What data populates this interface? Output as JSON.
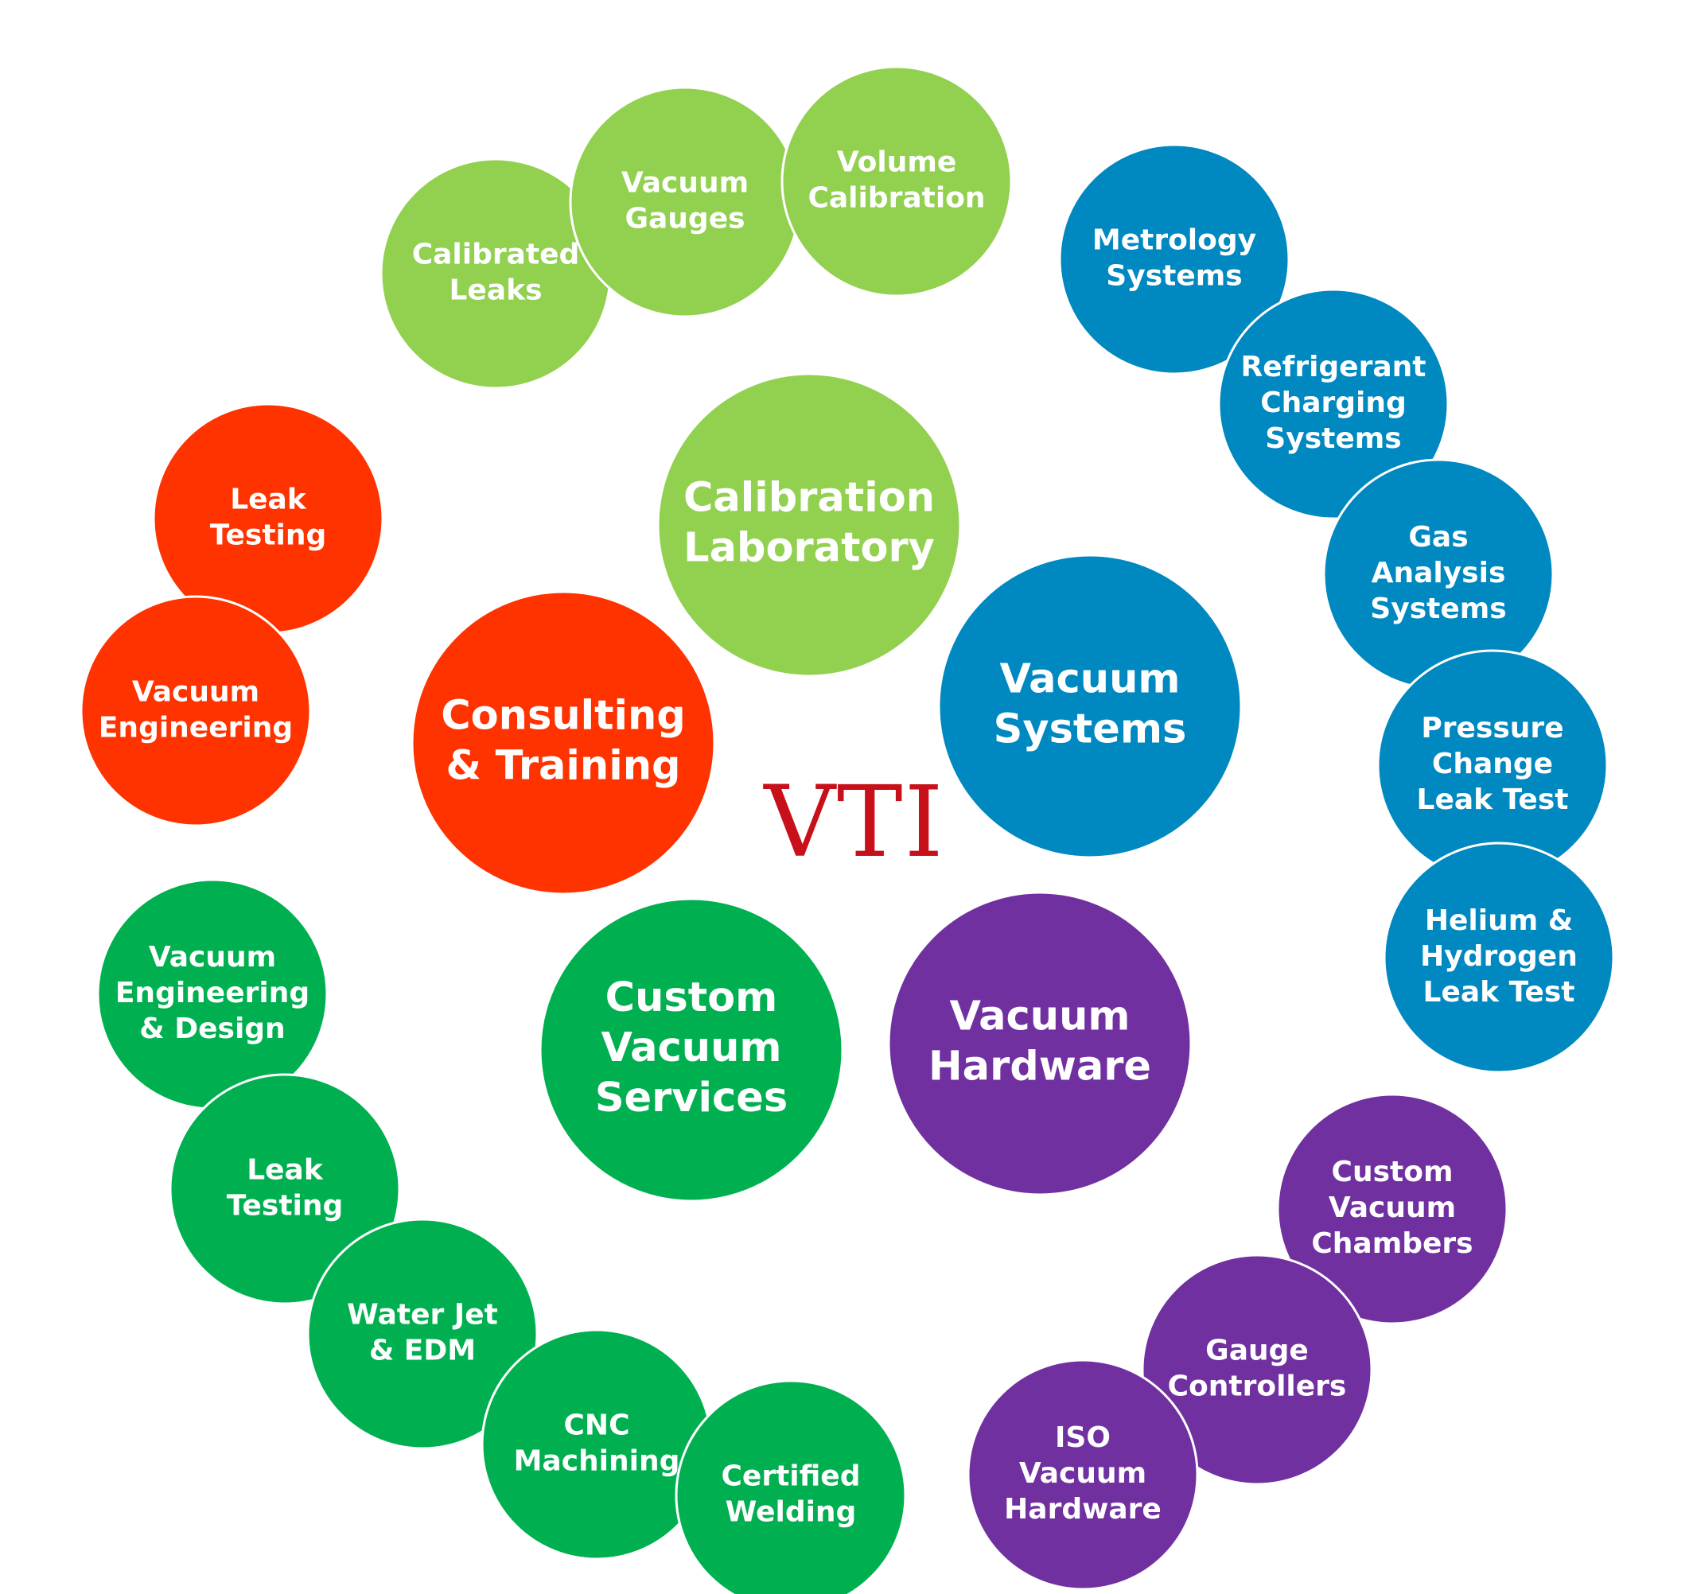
{
  "center_logo": "VTI",
  "colors": {
    "calibration": "#92d050",
    "systems": "#0088c0",
    "consulting": "#ff3300",
    "services": "#00b050",
    "hardware": "#7030a0",
    "logo": "#c8101a"
  },
  "categories": [
    {
      "id": "calibration",
      "label": [
        "Calibration",
        "Laboratory"
      ],
      "items": [
        {
          "label": [
            "Calibrated",
            "Leaks"
          ]
        },
        {
          "label": [
            "Vacuum",
            "Gauges"
          ]
        },
        {
          "label": [
            "Volume",
            "Calibration"
          ]
        }
      ]
    },
    {
      "id": "systems",
      "label": [
        "Vacuum",
        "Systems"
      ],
      "items": [
        {
          "label": [
            "Metrology",
            "Systems"
          ]
        },
        {
          "label": [
            "Refrigerant",
            "Charging",
            "Systems"
          ]
        },
        {
          "label": [
            "Gas",
            "Analysis",
            "Systems"
          ]
        },
        {
          "label": [
            "Pressure",
            "Change",
            "Leak Test"
          ]
        },
        {
          "label": [
            "Helium &",
            "Hydrogen",
            "Leak Test"
          ]
        }
      ]
    },
    {
      "id": "consulting",
      "label": [
        "Consulting",
        "& Training"
      ],
      "items": [
        {
          "label": [
            "Leak",
            "Testing"
          ]
        },
        {
          "label": [
            "Vacuum",
            "Engineering"
          ]
        }
      ]
    },
    {
      "id": "services",
      "label": [
        "Custom",
        "Vacuum",
        "Services"
      ],
      "items": [
        {
          "label": [
            "Vacuum",
            "Engineering",
            "& Design"
          ]
        },
        {
          "label": [
            "Leak",
            "Testing"
          ]
        },
        {
          "label": [
            "Water Jet",
            "& EDM"
          ]
        },
        {
          "label": [
            "CNC",
            "Machining"
          ]
        },
        {
          "label": [
            "Certified",
            "Welding"
          ]
        }
      ]
    },
    {
      "id": "hardware",
      "label": [
        "Vacuum",
        "Hardware"
      ],
      "items": [
        {
          "label": [
            "Custom",
            "Vacuum",
            "Chambers"
          ]
        },
        {
          "label": [
            "Gauge",
            "Controllers"
          ]
        },
        {
          "label": [
            "ISO",
            "Vacuum",
            "Hardware"
          ]
        }
      ]
    }
  ]
}
